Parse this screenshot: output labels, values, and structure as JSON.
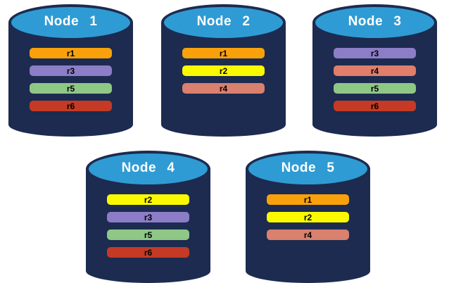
{
  "colors": {
    "canvas_bg": "#FFFFFF",
    "cylinder_body": "#1C2B4F",
    "cylinder_top": "#2F9BD4",
    "node_label_color": "#FFFFFF",
    "replica_label_color": "#000000",
    "replica_orange": "#F9A10B",
    "replica_yellow": "#FAF900",
    "replica_purple": "#8C7DC6",
    "replica_salmon": "#D9806F",
    "replica_green": "#8FC786",
    "replica_red": "#C43A24"
  },
  "nodes": [
    {
      "label": "Node 1",
      "replicas": [
        {
          "label": "r1",
          "color": "#F9A10B"
        },
        {
          "label": "r3",
          "color": "#8C7DC6"
        },
        {
          "label": "r5",
          "color": "#8FC786"
        },
        {
          "label": "r6",
          "color": "#C43A24"
        }
      ]
    },
    {
      "label": "Node 2",
      "replicas": [
        {
          "label": "r1",
          "color": "#F9A10B"
        },
        {
          "label": "r2",
          "color": "#FAF900"
        },
        {
          "label": "r4",
          "color": "#D9806F"
        }
      ]
    },
    {
      "label": "Node 3",
      "replicas": [
        {
          "label": "r3",
          "color": "#8C7DC6"
        },
        {
          "label": "r4",
          "color": "#E07D6B"
        },
        {
          "label": "r5",
          "color": "#8FC786"
        },
        {
          "label": "r6",
          "color": "#C43A24"
        }
      ]
    },
    {
      "label": "Node 4",
      "replicas": [
        {
          "label": "r2",
          "color": "#FAF900"
        },
        {
          "label": "r3",
          "color": "#8C7DC6"
        },
        {
          "label": "r5",
          "color": "#8FC786"
        },
        {
          "label": "r6",
          "color": "#C43A24"
        }
      ]
    },
    {
      "label": "Node 5",
      "replicas": [
        {
          "label": "r1",
          "color": "#F9A10B"
        },
        {
          "label": "r2",
          "color": "#FAF900"
        },
        {
          "label": "r4",
          "color": "#D9806F"
        }
      ]
    }
  ]
}
